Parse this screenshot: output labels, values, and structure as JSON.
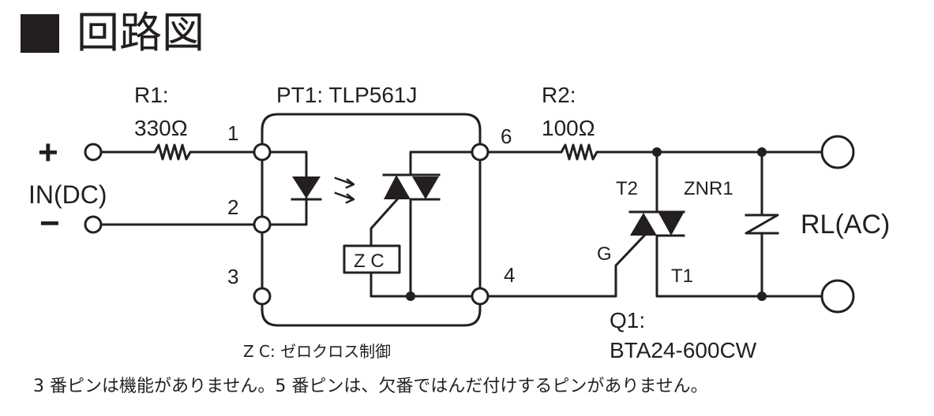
{
  "title": {
    "icon": "black-square-icon",
    "text": "回路図"
  },
  "input": {
    "plus": "+",
    "minus": "−",
    "label": "IN(DC)"
  },
  "r1": {
    "name": "R1:",
    "value": "330Ω"
  },
  "r2": {
    "name": "R2:",
    "value": "100Ω"
  },
  "pt1": {
    "label": "PT1: TLP561J",
    "zc_box": "Z C",
    "pins": [
      "1",
      "2",
      "3",
      "6",
      "4"
    ]
  },
  "q1": {
    "t2": "T2",
    "g": "G",
    "t1": "T1",
    "name": "Q1:",
    "part": "BTA24-600CW"
  },
  "znr": {
    "label": "ZNR1"
  },
  "output": {
    "label": "RL(AC)"
  },
  "notes": {
    "zc": "Z C: ゼロクロス制御",
    "pins": "3 番ピンは機能がありません。5 番ピンは、欠番ではんだ付けするピンがありません。"
  }
}
